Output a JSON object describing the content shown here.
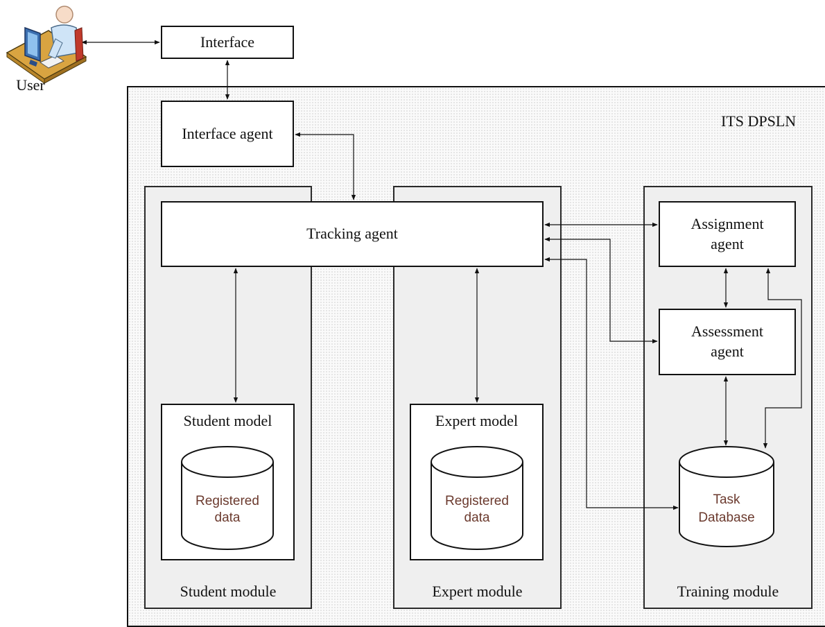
{
  "diagram": {
    "user_label": "User",
    "interface": "Interface",
    "system_title": "ITS DPSLN",
    "interface_agent": "Interface agent",
    "tracking_agent": "Tracking agent",
    "student_module": {
      "label": "Student module",
      "model": "Student model",
      "db_line1": "Registered",
      "db_line2": "data"
    },
    "expert_module": {
      "label": "Expert module",
      "model": "Expert model",
      "db_line1": "Registered",
      "db_line2": "data"
    },
    "training_module": {
      "label": "Training module",
      "assignment_line1": "Assignment",
      "assignment_line2": "agent",
      "assessment_line1": "Assessment",
      "assessment_line2": "agent",
      "db_line1": "Task",
      "db_line2": "Database"
    },
    "colors": {
      "line": "#111111",
      "module_fill": "#efefef",
      "db_text": "#6b3a2e"
    }
  }
}
